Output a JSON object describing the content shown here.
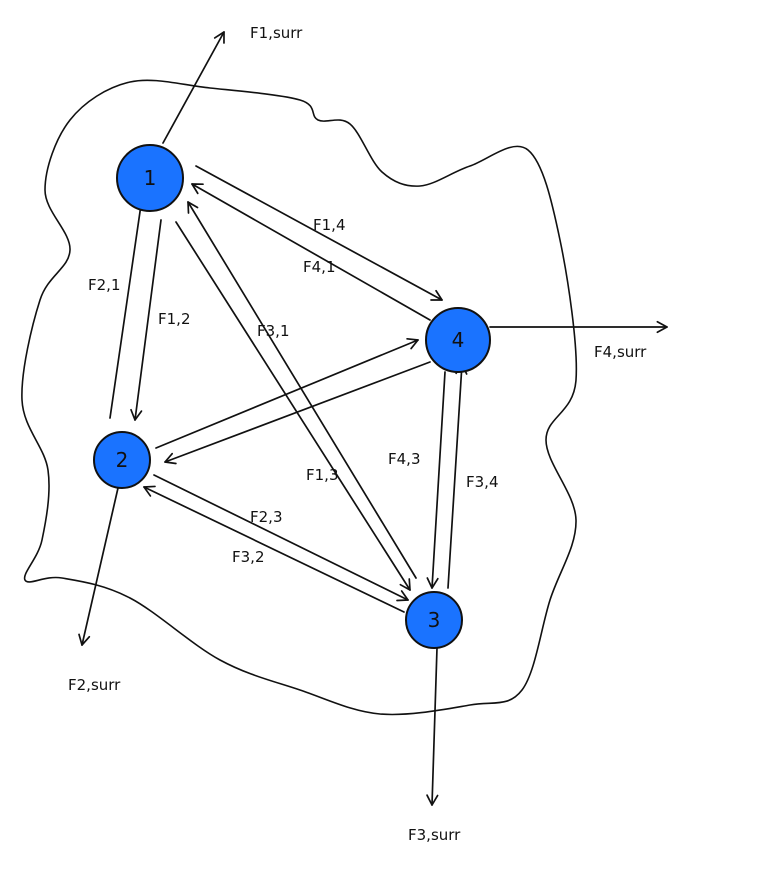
{
  "colors": {
    "node_fill": "#1a73ff",
    "stroke": "#111111",
    "background": "#ffffff"
  },
  "nodes": [
    {
      "id": "1",
      "label": "1"
    },
    {
      "id": "2",
      "label": "2"
    },
    {
      "id": "3",
      "label": "3"
    },
    {
      "id": "4",
      "label": "4"
    }
  ],
  "edges": [
    {
      "from": "1",
      "to": "surr",
      "label": "F1,surr"
    },
    {
      "from": "2",
      "to": "surr",
      "label": "F2,surr"
    },
    {
      "from": "3",
      "to": "surr",
      "label": "F3,surr"
    },
    {
      "from": "4",
      "to": "surr",
      "label": "F4,surr"
    },
    {
      "from": "2",
      "to": "1",
      "label": "F2,1"
    },
    {
      "from": "1",
      "to": "2",
      "label": "F1,2"
    },
    {
      "from": "1",
      "to": "4",
      "label": "F1,4"
    },
    {
      "from": "4",
      "to": "1",
      "label": "F4,1"
    },
    {
      "from": "3",
      "to": "1",
      "label": "F3,1"
    },
    {
      "from": "1",
      "to": "3",
      "label": "F1,3"
    },
    {
      "from": "2",
      "to": "4",
      "label": ""
    },
    {
      "from": "4",
      "to": "2",
      "label": ""
    },
    {
      "from": "4",
      "to": "3",
      "label": "F4,3"
    },
    {
      "from": "3",
      "to": "4",
      "label": "F3,4"
    },
    {
      "from": "2",
      "to": "3",
      "label": "F2,3"
    },
    {
      "from": "3",
      "to": "2",
      "label": "F3,2"
    }
  ]
}
